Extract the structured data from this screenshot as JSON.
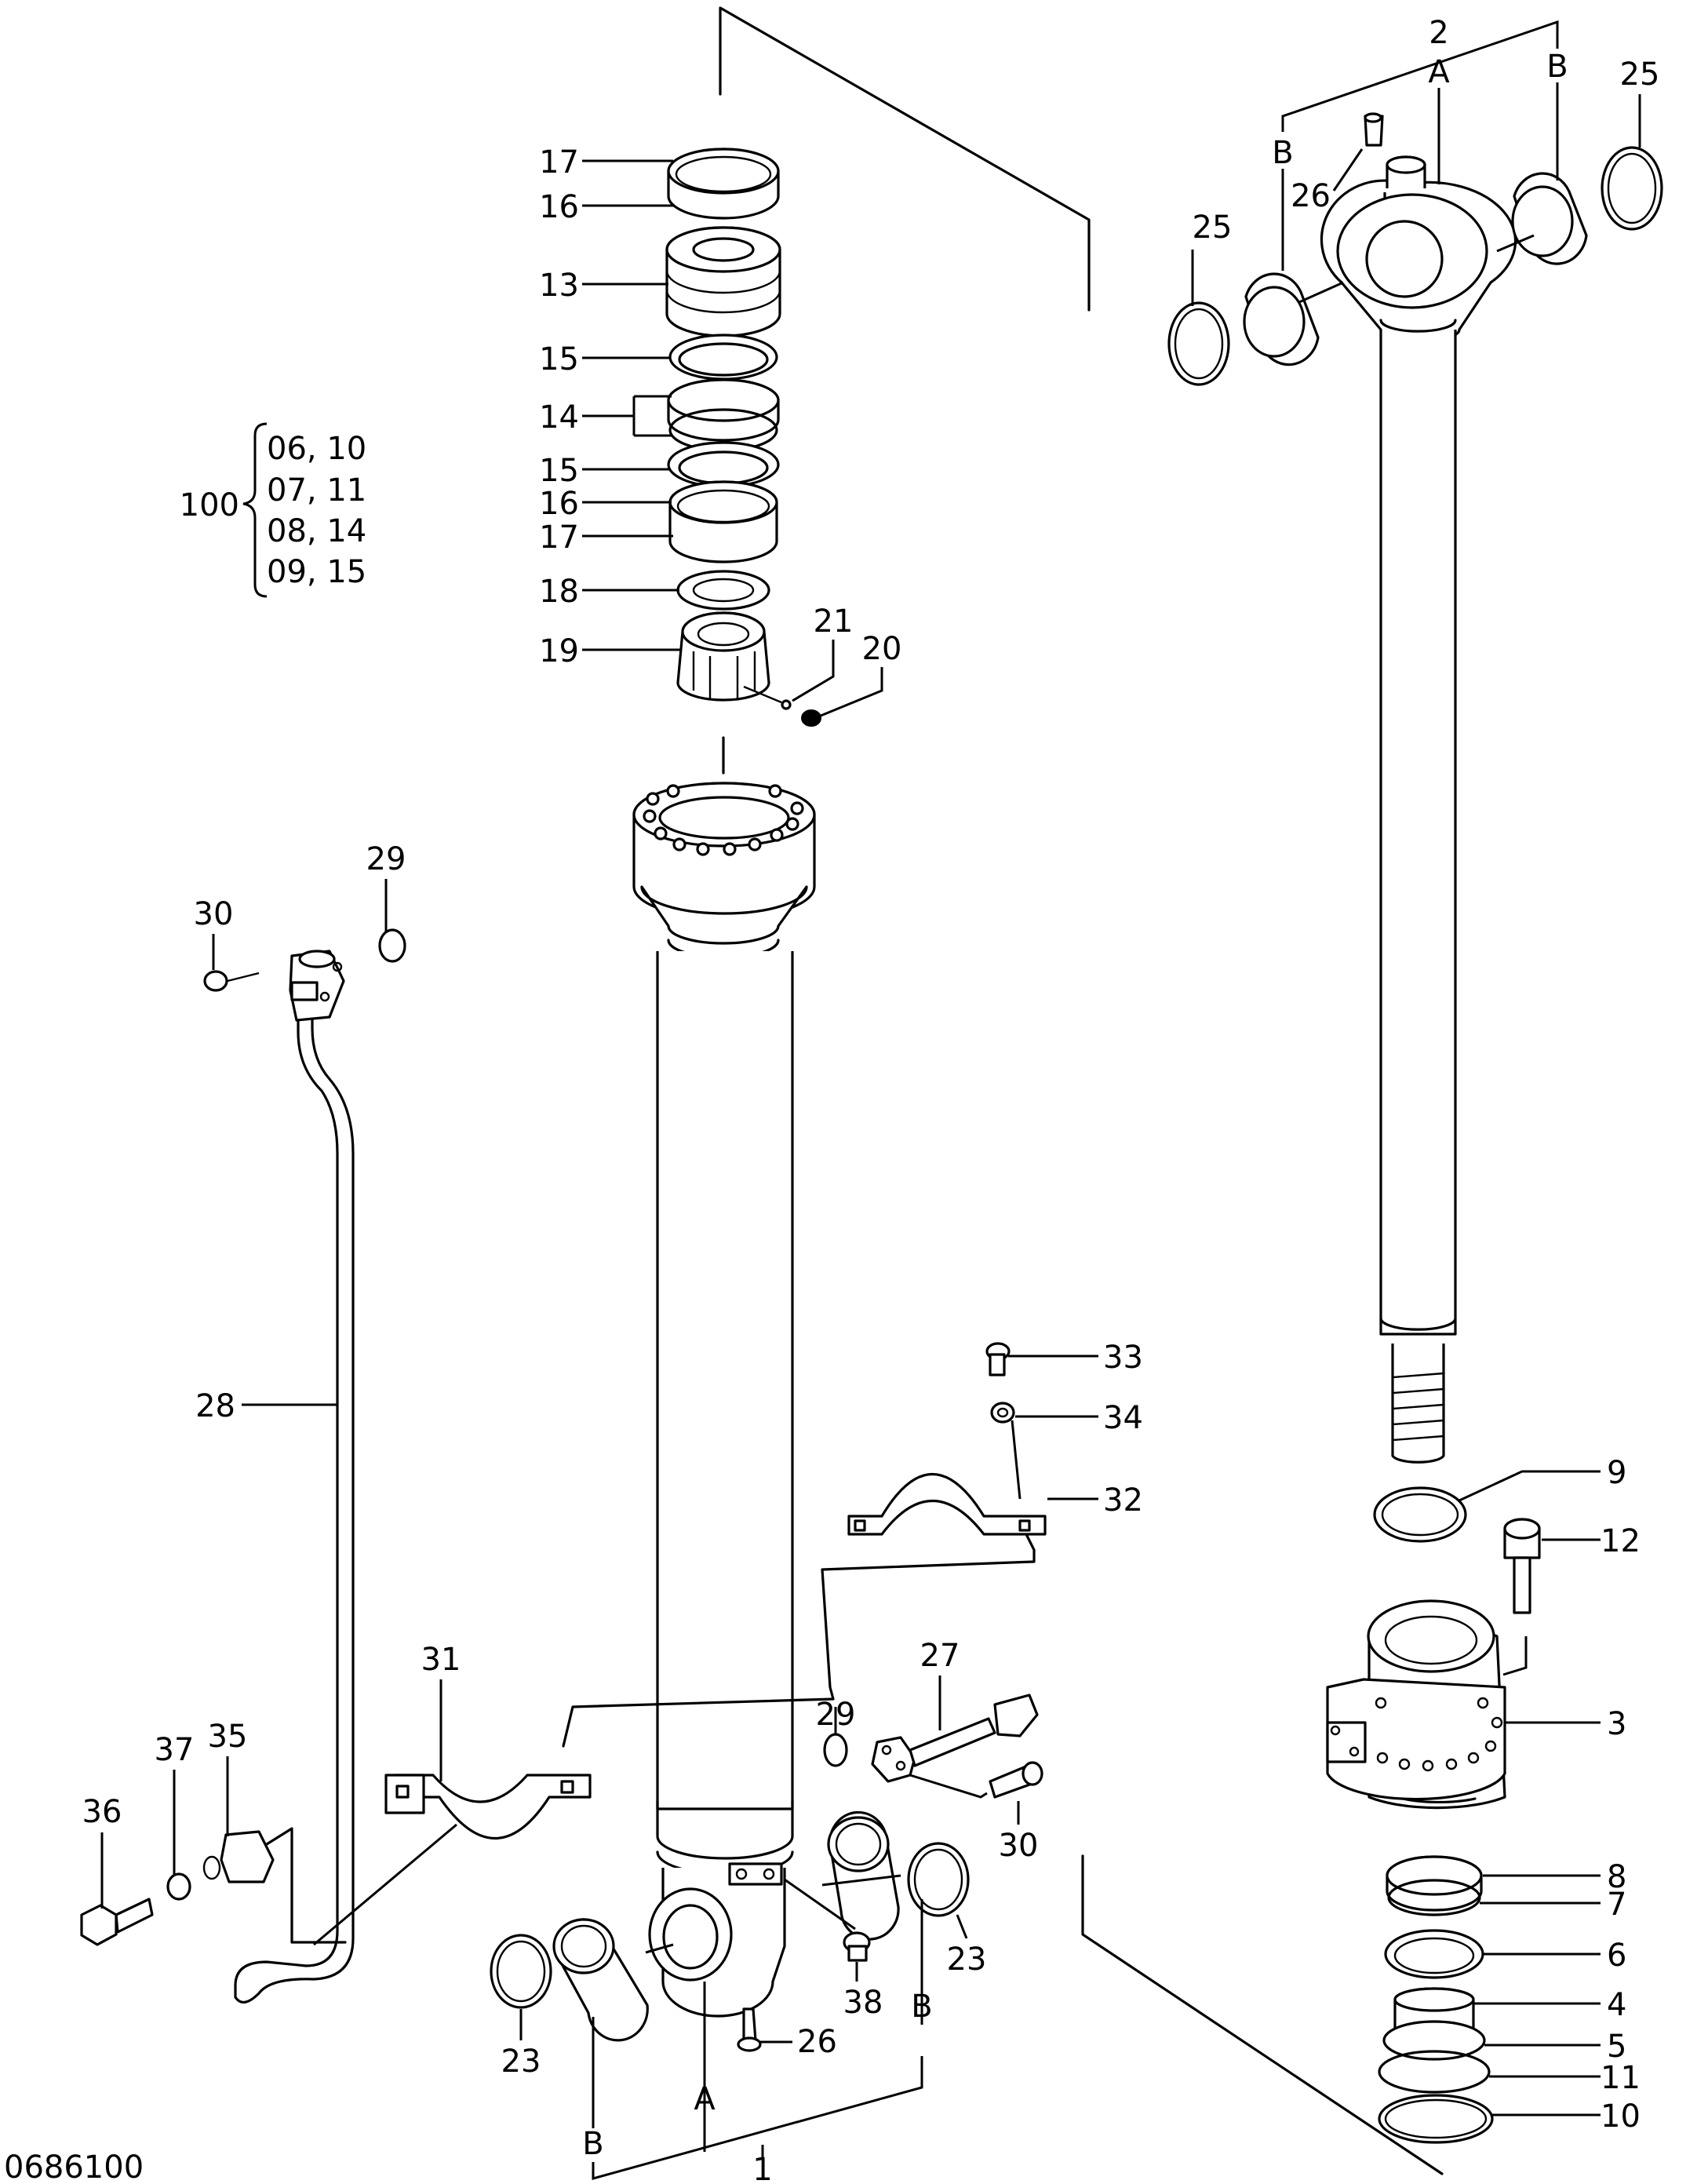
{
  "drawing_id": "0686100",
  "group": {
    "number": "100",
    "rows": [
      "06, 10",
      "07, 11",
      "08, 14",
      "09, 15"
    ]
  },
  "markers": {
    "a": "A",
    "b": "B"
  },
  "labels": {
    "p1": "1",
    "p2": "2",
    "p3": "3",
    "p4": "4",
    "p5": "5",
    "p6": "6",
    "p7": "7",
    "p8": "8",
    "p9": "9",
    "p10": "10",
    "p11": "11",
    "p12": "12",
    "p13": "13",
    "p14": "14",
    "p15": "15",
    "p16": "16",
    "p17": "17",
    "p18": "18",
    "p19": "19",
    "p20": "20",
    "p21": "21",
    "p23": "23",
    "p25": "25",
    "p26": "26",
    "p27": "27",
    "p28": "28",
    "p29": "29",
    "p30": "30",
    "p31": "31",
    "p32": "32",
    "p33": "33",
    "p34": "34",
    "p35": "35",
    "p36": "36",
    "p37": "37",
    "p38": "38"
  }
}
